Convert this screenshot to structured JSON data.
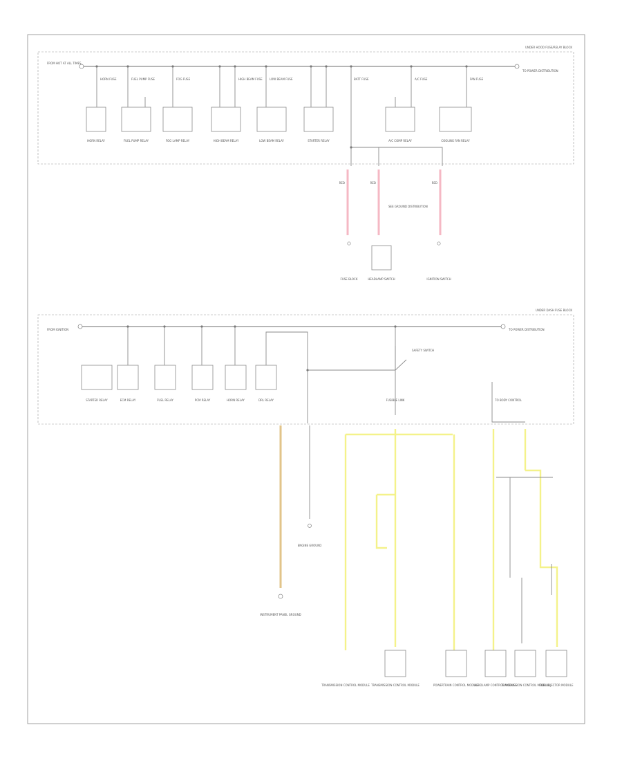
{
  "page_id": "",
  "top_box": {
    "title": "UNDER HOOD FUSE/RELAY BLOCK",
    "feed_left": "FROM HOT AT ALL TIMES",
    "feed_right": "TO POWER DISTRIBUTION",
    "devices": [
      {
        "label": "HORN RELAY"
      },
      {
        "label": "FUEL PUMP RELAY"
      },
      {
        "label": "FOG LAMP RELAY"
      },
      {
        "label": "HIGH BEAM RELAY"
      },
      {
        "label": "LOW BEAM RELAY"
      },
      {
        "label": "STARTER RELAY"
      },
      {
        "label": "A/C COMP RELAY"
      },
      {
        "label": "COOLING FAN RELAY"
      }
    ],
    "fuse_labels": [
      "HORN FUSE",
      "FUEL PUMP FUSE",
      "FOG FUSE",
      "HIGH BEAM FUSE",
      "LOW BEAM FUSE",
      "BATT FUSE",
      "A/C FUSE",
      "FAN FUSE"
    ]
  },
  "top_outputs": [
    {
      "wire": "RED",
      "dest": "FUSE BLOCK"
    },
    {
      "wire": "RED",
      "dest": "HEADLAMP SWITCH"
    },
    {
      "wire": "RED",
      "dest": "IGNITION SWITCH"
    }
  ],
  "top_note": "SEE GROUND DISTRIBUTION",
  "bottom_box": {
    "title": "UNDER DASH FUSE BLOCK",
    "feed_left": "FROM IGNITION",
    "feed_right": "TO POWER DISTRIBUTION",
    "devices": [
      {
        "label": "STARTER RELAY"
      },
      {
        "label": "ECM RELAY"
      },
      {
        "label": "FUEL RELAY"
      },
      {
        "label": "PCM RELAY"
      },
      {
        "label": "HORN RELAY"
      },
      {
        "label": "DRL RELAY"
      }
    ],
    "switch_label": "SAFETY SWITCH",
    "junction_label": "FUSIBLE LINK",
    "right_label": "TO BODY CONTROL"
  },
  "bottom_outputs": {
    "left_dest": "INSTRUMENT PANEL GROUND",
    "mid_dest": "ENGINE GROUND",
    "loads": [
      {
        "label": "TRANSMISSION CONTROL MODULE"
      },
      {
        "label": "TRANSMISSION CONTROL MODULE"
      },
      {
        "label": "POWERTRAIN CONTROL MODULE"
      },
      {
        "label": "HEADLAMP CONTROL MODULE"
      },
      {
        "label": "TRANSMISSION CONTROL MODULE"
      },
      {
        "label": "FUEL INJECTOR MODULE"
      }
    ]
  }
}
